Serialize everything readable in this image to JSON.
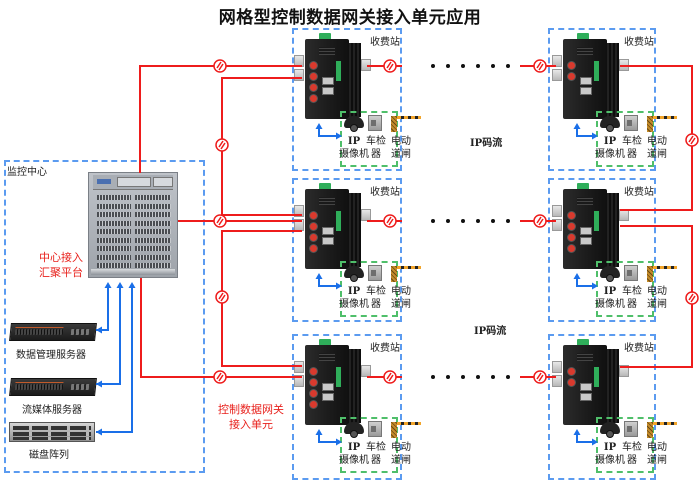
{
  "title": "网格型控制数据网关接入单元应用",
  "monitoring_center": {
    "label": "监控中心",
    "aggregation_platform_label_line1": "中心接入",
    "aggregation_platform_label_line2": "汇聚平台",
    "servers": [
      {
        "label": "数据管理服务器",
        "icon": "rack-server-icon"
      },
      {
        "label": "流媒体服务器",
        "icon": "rack-server-icon"
      },
      {
        "label": "磁盘阵列",
        "icon": "disk-array-icon"
      }
    ]
  },
  "gateway_unit_label_line1": "控制数据网关",
  "gateway_unit_label_line2": "接入单元",
  "stream_labels": [
    "IP码流",
    "IP码流"
  ],
  "toll_stations": [
    {
      "id": "left-top",
      "label": "收费站",
      "fiber_ports": 4
    },
    {
      "id": "left-mid",
      "label": "收费站",
      "fiber_ports": 4
    },
    {
      "id": "left-bottom",
      "label": "收费站",
      "fiber_ports": 4
    },
    {
      "id": "right-top",
      "label": "收费站",
      "fiber_ports": 2
    },
    {
      "id": "right-mid",
      "label": "收费站",
      "fiber_ports": 4
    },
    {
      "id": "right-bottom",
      "label": "收费站",
      "fiber_ports": 2
    }
  ],
  "end_devices": {
    "camera_line1": "IP",
    "camera_line2": "摄像机",
    "detector_line1": "车检",
    "detector_line2": "器",
    "barrier_line1": "电动",
    "barrier_line2": "道闸"
  },
  "link_icon": "fiber-link-icon",
  "colors": {
    "fiber": "#ee1c1c",
    "ethernet": "#1a6fe8",
    "station_border": "#5b9bf0",
    "device_group_border": "#4fbf6a",
    "red_label": "#e8221d"
  }
}
